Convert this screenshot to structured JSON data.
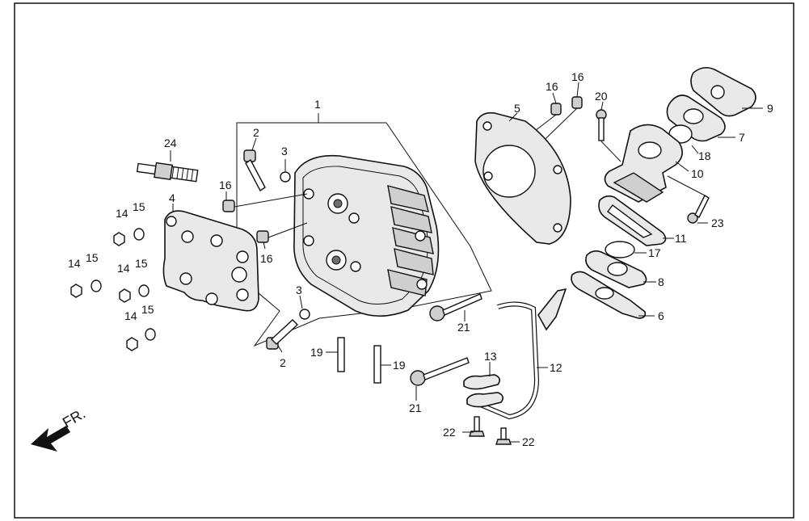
{
  "diagram": {
    "labels": {
      "l1": "1",
      "l2a": "2",
      "l2b": "2",
      "l3a": "3",
      "l3b": "3",
      "l4": "4",
      "l5": "5",
      "l6": "6",
      "l7": "7",
      "l8": "8",
      "l9": "9",
      "l10": "10",
      "l11": "11",
      "l12": "12",
      "l13": "13",
      "l14a": "14",
      "l14b": "14",
      "l14c": "14",
      "l14d": "14",
      "l15a": "15",
      "l15b": "15",
      "l15c": "15",
      "l15d": "15",
      "l16a": "16",
      "l16b": "16",
      "l16c": "16",
      "l16d": "16",
      "l17": "17",
      "l18": "18",
      "l19a": "19",
      "l19b": "19",
      "l20": "20",
      "l21a": "21",
      "l21b": "21",
      "l22a": "22",
      "l22b": "22",
      "l23": "23",
      "l24": "24"
    },
    "direction_label": "FR."
  }
}
